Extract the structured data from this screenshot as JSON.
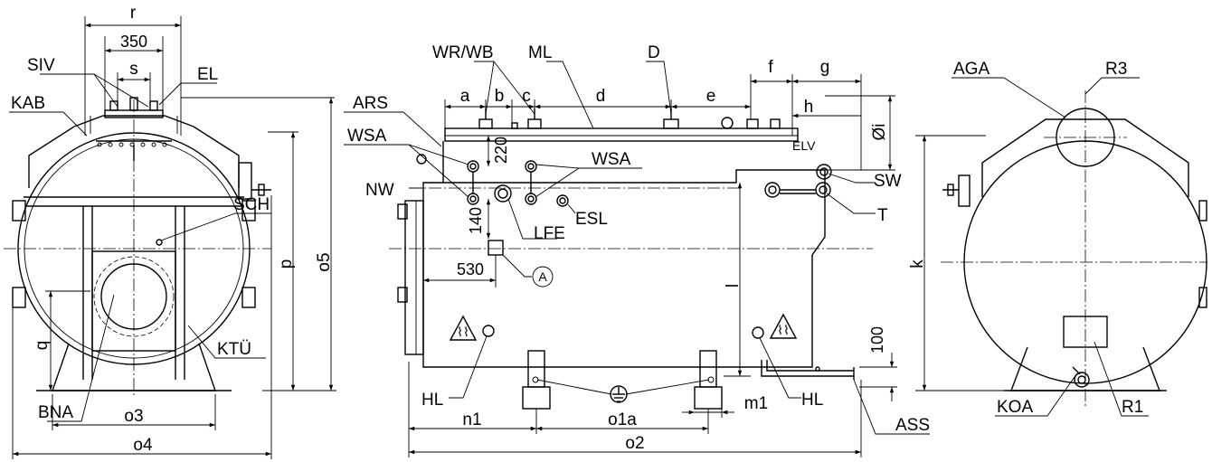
{
  "labels": {
    "r": "r",
    "dim_350": "350",
    "s": "s",
    "siv": "SIV",
    "el": "EL",
    "kab": "KAB",
    "sch": "SCH",
    "p": "p",
    "o5": "o5",
    "q": "q",
    "ktu": "KTÜ",
    "bna": "BNA",
    "o3": "o3",
    "o4": "o4",
    "wr_wb": "WR/WB",
    "ml": "ML",
    "d_top": "D",
    "f": "f",
    "g": "g",
    "a": "a",
    "b": "b",
    "c": "c",
    "d": "d",
    "e": "e",
    "h": "h",
    "oi": "Øi",
    "ars": "ARS",
    "wsa_left": "WSA",
    "wsa_right": "WSA",
    "dim_220": "220",
    "elv": "ELV",
    "sw": "SW",
    "nw": "NW",
    "t": "T",
    "esl": "ESL",
    "lfe": "LFE",
    "dim_140": "140",
    "dim_530": "530",
    "a_circle": "A",
    "l": "l",
    "dim_100": "100",
    "hl_left": "HL",
    "hl_right": "HL",
    "n1": "n1",
    "o1a": "o1a",
    "m1": "m1",
    "ass": "ASS",
    "o2": "o2",
    "aga": "AGA",
    "r3": "R3",
    "k": "k",
    "koa": "KOA",
    "r1": "R1"
  }
}
